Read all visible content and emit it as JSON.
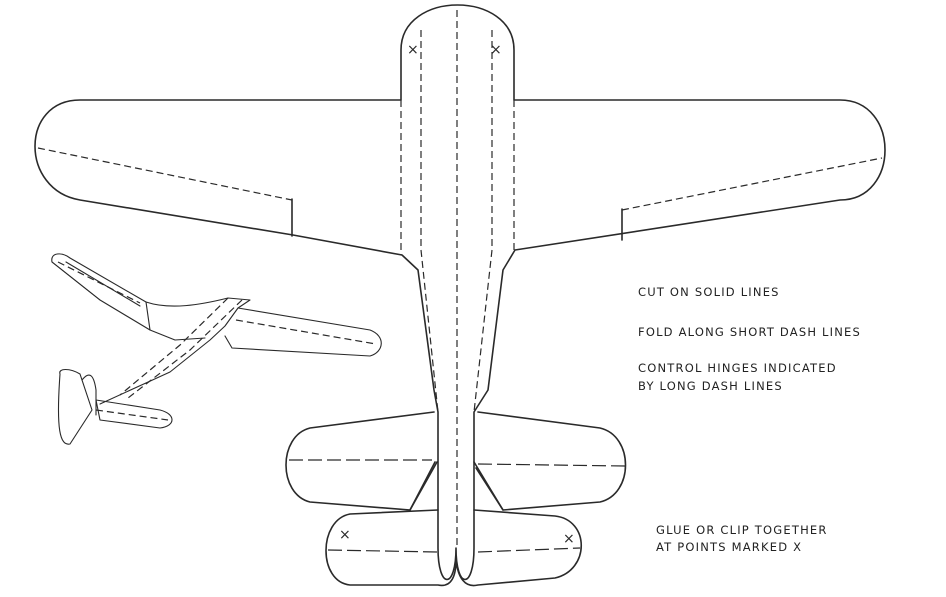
{
  "instructions": {
    "cut": "CUT ON SOLID LINES",
    "fold": "FOLD ALONG SHORT DASH LINES",
    "hinge_line1": "CONTROL HINGES INDICATED",
    "hinge_line2": "BY LONG DASH LINES",
    "glue_line1": "GLUE OR CLIP TOGETHER",
    "glue_line2": "AT POINTS MARKED X"
  },
  "markers": {
    "glue_point": "×"
  },
  "colors": {
    "ink": "#2a2a2a",
    "paper": "#ffffff"
  }
}
